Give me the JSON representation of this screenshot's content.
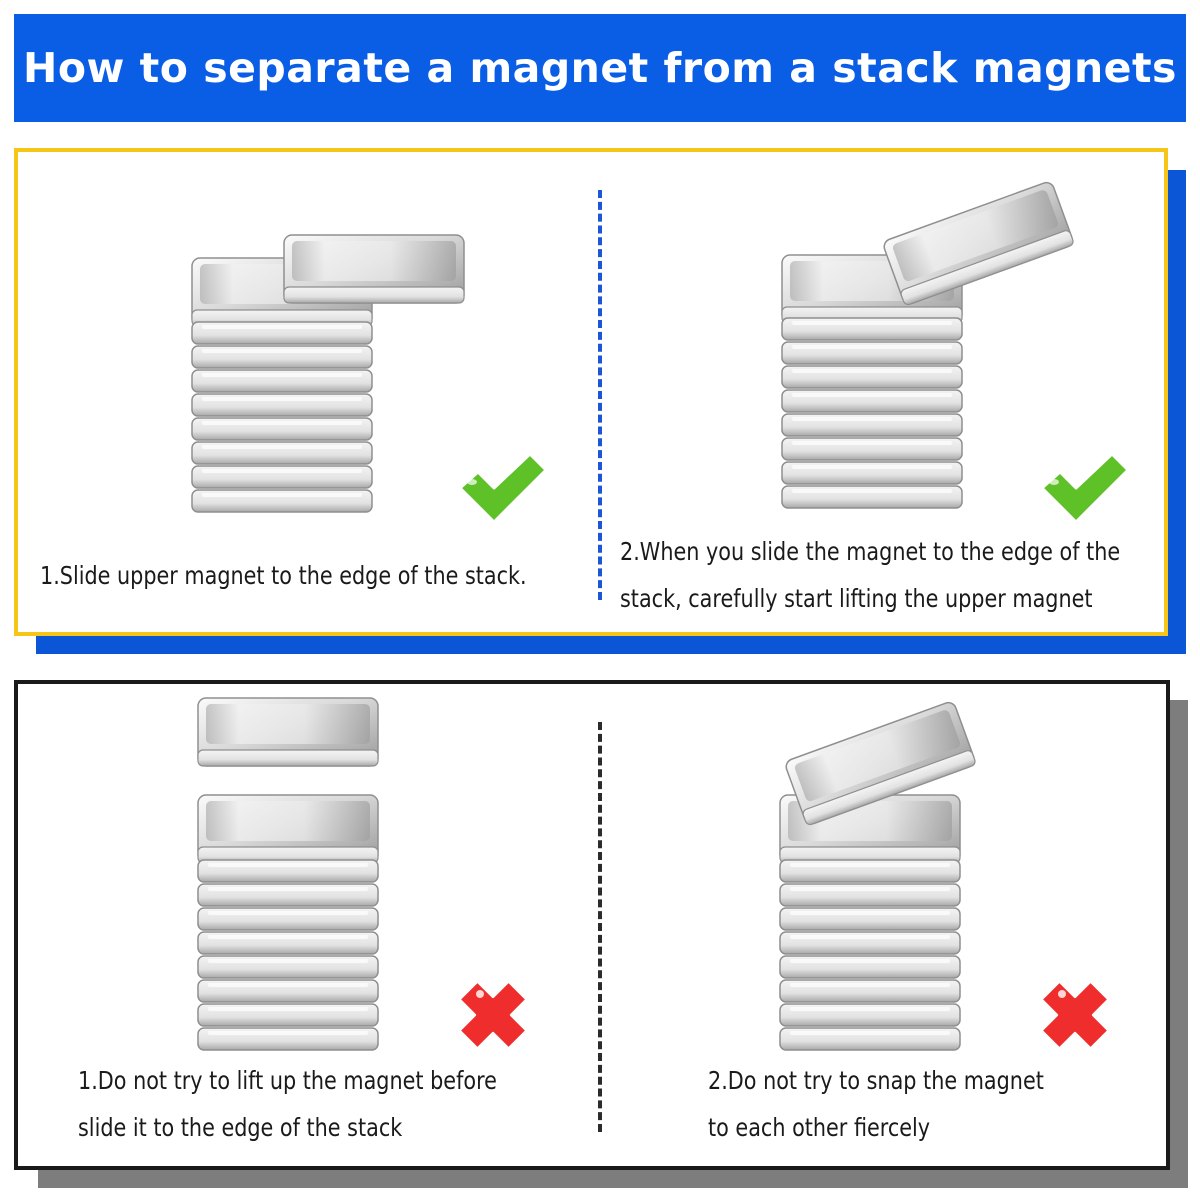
{
  "title": "How to separate a magnet from a stack magnets",
  "correct": {
    "step1": "1.Slide upper magnet to the edge of the stack.",
    "step2_line1": "2.When you slide the magnet to the edge of the",
    "step2_line2": "stack, carefully start lifting the upper magnet"
  },
  "incorrect": {
    "step1_line1": "1.Do not try to lift up the magnet before",
    "step1_line2": "slide it to the edge of the stack",
    "step2_line1": "2.Do not try to snap the magnet",
    "step2_line2": "to each other fiercely"
  },
  "icons": {
    "check": "check-mark-icon",
    "cross": "cross-mark-icon"
  },
  "colors": {
    "banner": "#0a5ee6",
    "correct_border": "#f5c518",
    "correct_shadow": "#0a56d6",
    "incorrect_border": "#1a1a1a",
    "incorrect_shadow": "#7d7d7d",
    "check_green": "#5ec127",
    "cross_red": "#ef2d2d"
  }
}
